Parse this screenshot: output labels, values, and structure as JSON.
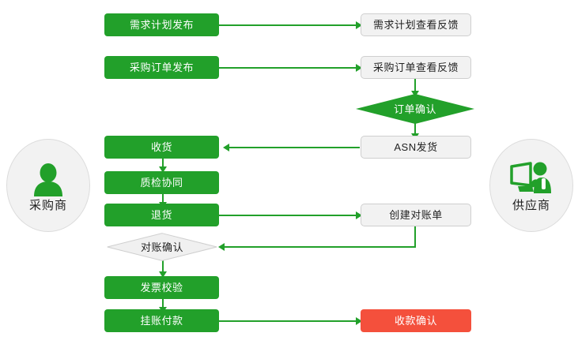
{
  "diagram": {
    "type": "flowchart",
    "title": "",
    "colors": {
      "green": "#22a02a",
      "gray_fill": "#f2f2f2",
      "gray_border": "#cfcfcf",
      "red": "#f4503c",
      "line": "#22a02a",
      "text_dark": "#222222",
      "text_light": "#ffffff"
    }
  },
  "actors": {
    "left": {
      "label": "采购商",
      "icon": "person-icon"
    },
    "right": {
      "label": "供应商",
      "icon": "person-at-computer-icon"
    }
  },
  "nodes": {
    "demand_plan_publish": {
      "label": "需求计划发布",
      "style": "green",
      "shape": "rect"
    },
    "demand_plan_feedback": {
      "label": "需求计划查看反馈",
      "style": "gray",
      "shape": "rect"
    },
    "po_publish": {
      "label": "采购订单发布",
      "style": "green",
      "shape": "rect"
    },
    "po_feedback": {
      "label": "采购订单查看反馈",
      "style": "gray",
      "shape": "rect"
    },
    "order_confirm": {
      "label": "订单确认",
      "style": "green",
      "shape": "diamond"
    },
    "asn_ship": {
      "label": "ASN发货",
      "style": "gray",
      "shape": "rect"
    },
    "receive_goods": {
      "label": "收货",
      "style": "green",
      "shape": "rect"
    },
    "quality_collab": {
      "label": "质检协同",
      "style": "green",
      "shape": "rect"
    },
    "return_goods": {
      "label": "退货",
      "style": "green",
      "shape": "rect"
    },
    "create_statement": {
      "label": "创建对账单",
      "style": "gray",
      "shape": "rect"
    },
    "statement_confirm": {
      "label": "对账确认",
      "style": "gray",
      "shape": "diamond"
    },
    "invoice_check": {
      "label": "发票校验",
      "style": "green",
      "shape": "rect"
    },
    "payable_payment": {
      "label": "挂账付款",
      "style": "green",
      "shape": "rect"
    },
    "receipt_confirm": {
      "label": "收款确认",
      "style": "red",
      "shape": "rect"
    }
  },
  "edges": [
    {
      "from": "demand_plan_publish",
      "to": "demand_plan_feedback",
      "direction": "right"
    },
    {
      "from": "po_publish",
      "to": "po_feedback",
      "direction": "right"
    },
    {
      "from": "po_feedback",
      "to": "order_confirm",
      "direction": "down"
    },
    {
      "from": "order_confirm",
      "to": "asn_ship",
      "direction": "down"
    },
    {
      "from": "asn_ship",
      "to": "receive_goods",
      "direction": "left"
    },
    {
      "from": "receive_goods",
      "to": "quality_collab",
      "direction": "down"
    },
    {
      "from": "quality_collab",
      "to": "return_goods",
      "direction": "down"
    },
    {
      "from": "return_goods",
      "to": "create_statement",
      "direction": "right"
    },
    {
      "from": "create_statement",
      "to": "statement_confirm",
      "direction": "down-left"
    },
    {
      "from": "statement_confirm",
      "to": "invoice_check",
      "direction": "down"
    },
    {
      "from": "invoice_check",
      "to": "payable_payment",
      "direction": "down"
    },
    {
      "from": "payable_payment",
      "to": "receipt_confirm",
      "direction": "right"
    }
  ]
}
